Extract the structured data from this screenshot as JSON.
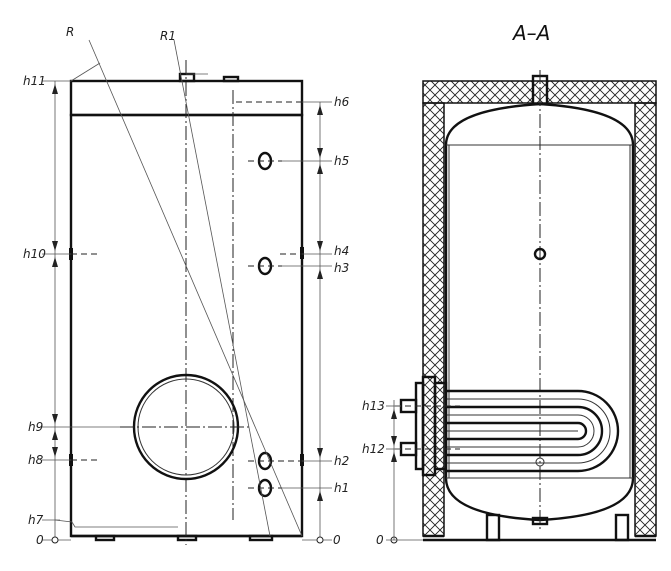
{
  "section_title": "A–A",
  "labels": {
    "R": "R",
    "R1": "R1",
    "h1": "h1",
    "h2": "h2",
    "h3": "h3",
    "h4": "h4",
    "h5": "h5",
    "h6": "h6",
    "h7": "h7",
    "h8": "h8",
    "h9": "h9",
    "h10": "h10",
    "h11": "h11",
    "h12": "h12",
    "h13": "h13",
    "zero_left": "0",
    "zero_right": "0",
    "zero_section": "0"
  }
}
